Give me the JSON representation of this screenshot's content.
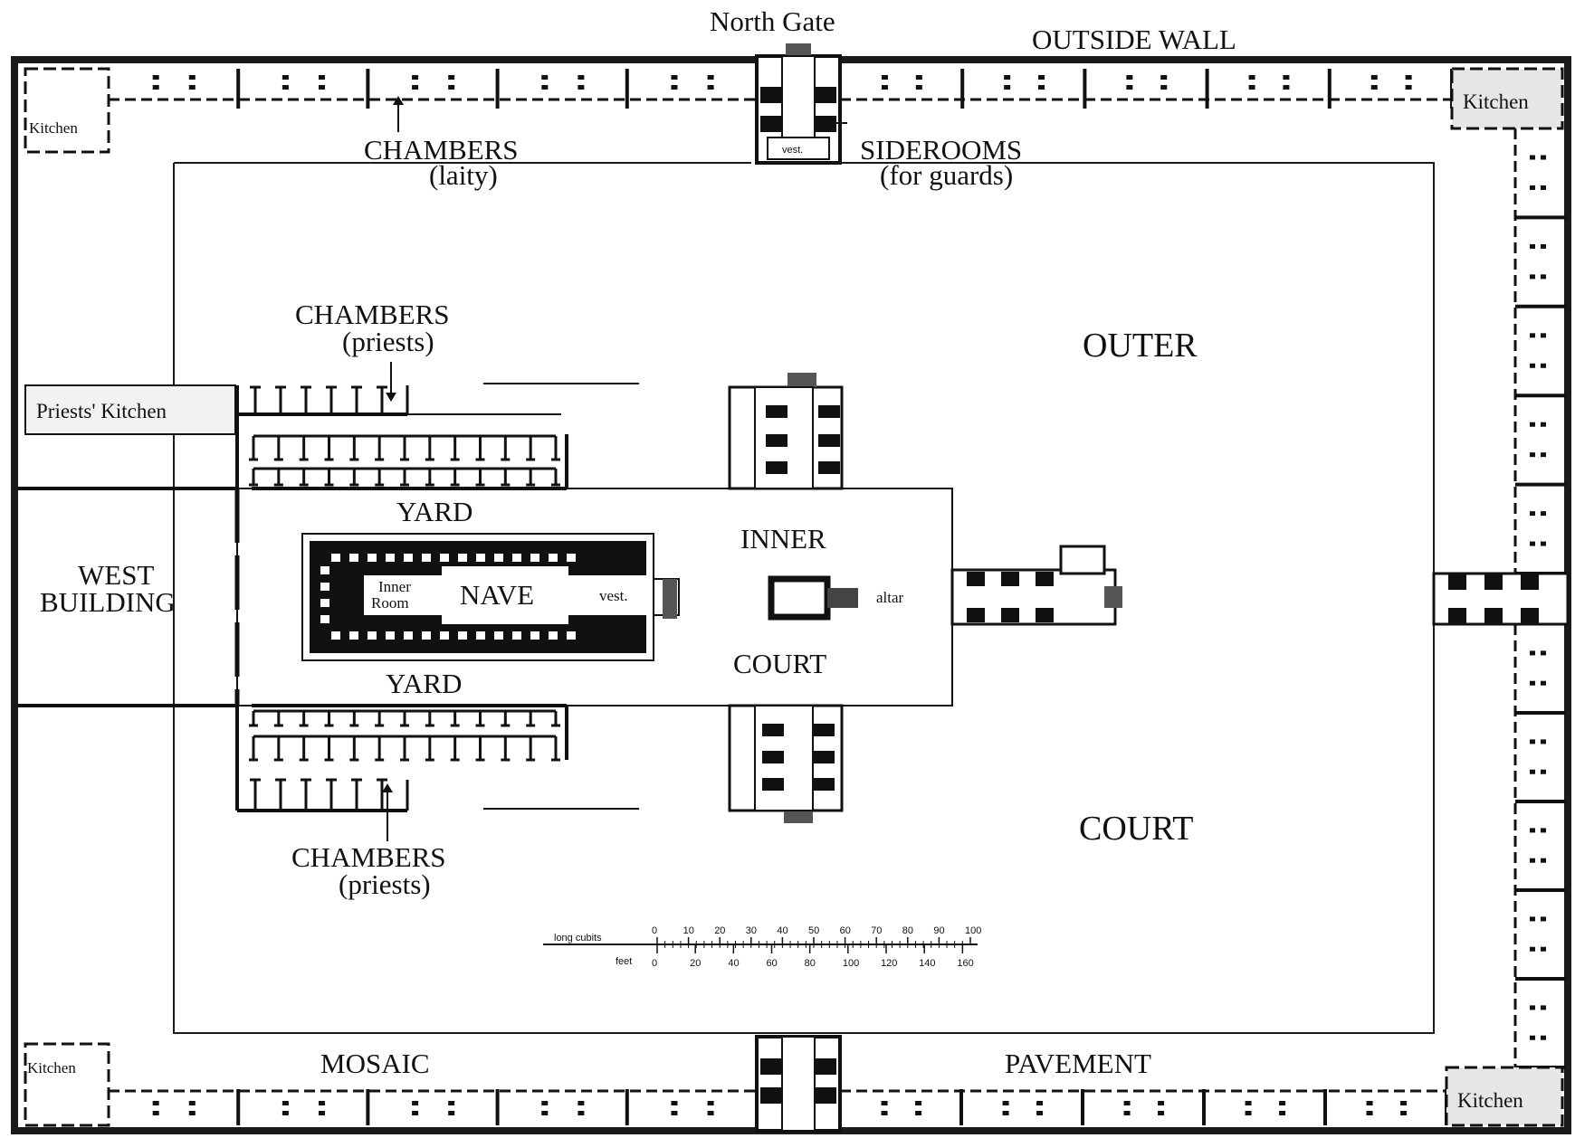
{
  "labels": {
    "north_gate": "North Gate",
    "outside_wall": "OUTSIDE WALL",
    "kitchen": "Kitchen",
    "chambers_laity": "CHAMBERS",
    "laity": "(laity)",
    "siderooms": "SIDEROOMS",
    "for_guards": "(for guards)",
    "vest": "vest.",
    "chambers_priests": "CHAMBERS",
    "priests": "(priests)",
    "priests_kitchen": "Priests' Kitchen",
    "outer": "OUTER",
    "court": "COURT",
    "yard": "YARD",
    "inner": "INNER",
    "west": "WEST",
    "building": "BUILDING",
    "inner_room_1": "Inner",
    "inner_room_2": "Room",
    "nave": "NAVE",
    "altar": "altar",
    "mosaic": "MOSAIC",
    "pavement": "PAVEMENT",
    "long_cubits": "long cubits",
    "feet": "feet"
  },
  "scale": {
    "cubits": [
      "0",
      "10",
      "20",
      "30",
      "40",
      "50",
      "60",
      "70",
      "80",
      "90",
      "100"
    ],
    "feet": [
      "0",
      "20",
      "40",
      "60",
      "80",
      "100",
      "120",
      "140",
      "160"
    ]
  }
}
